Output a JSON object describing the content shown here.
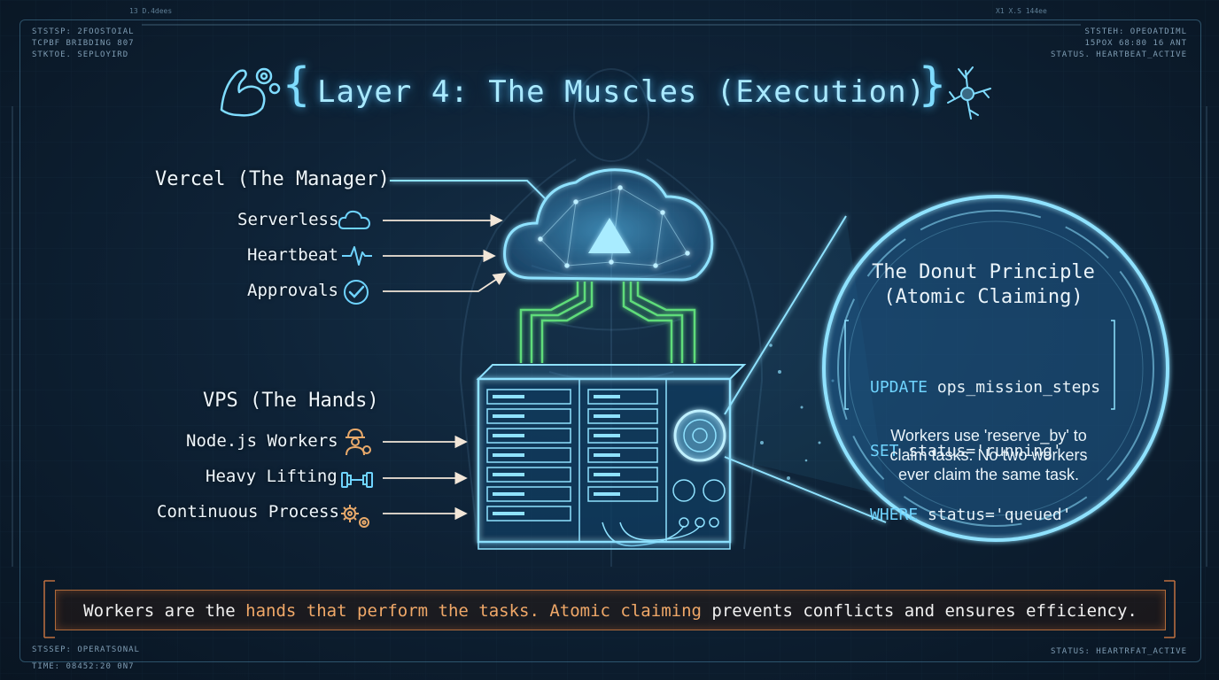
{
  "title": "Layer 4: The Muscles (Execution)",
  "corners": {
    "top_left": [
      "STSTSP: 2FOOSTOIAL",
      "TCPBF BRIBDING 807",
      "STKTOE. SEPLOYIRD"
    ],
    "top_right": [
      "STSTEH: OPEOATDIML",
      "15POX 68:80 16 ANT",
      "STATUS. HEARTBEAT_ACTIVE"
    ],
    "bottom_left": [
      "STSSEP: OPERATSONAL",
      "TIME: 08452:20 0N7"
    ],
    "bottom_right": [
      "STATUS: HEARTRFAT_ACTIVE"
    ],
    "top_tick_left": "13 D.4dees",
    "top_tick_right": "X1 X.S 144ee"
  },
  "manager": {
    "heading": "Vercel (The Manager)",
    "items": [
      {
        "label": "Serverless",
        "icon": "cloud-icon"
      },
      {
        "label": "Heartbeat",
        "icon": "heartbeat-icon"
      },
      {
        "label": "Approvals",
        "icon": "check-circle-icon"
      }
    ]
  },
  "hands": {
    "heading": "VPS (The Hands)",
    "items": [
      {
        "label": "Node.js Workers",
        "icon": "worker-icon"
      },
      {
        "label": "Heavy Lifting",
        "icon": "dumbbell-icon"
      },
      {
        "label": "Continuous Process",
        "icon": "gears-icon"
      }
    ]
  },
  "donut": {
    "title_line1": "The Donut Principle",
    "title_line2": "(Atomic Claiming)",
    "code": [
      {
        "kw": "UPDATE",
        "rest": " ops_mission_steps"
      },
      {
        "kw": "SET",
        "rest": " status='running'"
      },
      {
        "kw": "WHERE",
        "rest": " status='queued'"
      }
    ],
    "desc_line1": "Workers use 'reserve_by' to",
    "desc_line2": "claim tasks. No two workers",
    "desc_line3": "ever claim the same task."
  },
  "banner": {
    "part1": "Workers are the ",
    "hl1": "hands that perform the tasks.",
    "part2": " ",
    "hl2": "Atomic claiming",
    "part3": " prevents conflicts and ensures efficiency."
  },
  "colors": {
    "accent": "#6fd4ff",
    "glow": "#7fdcff",
    "green_wire": "#5fdc7a",
    "highlight": "#f0a868",
    "background": "#0e2236"
  }
}
